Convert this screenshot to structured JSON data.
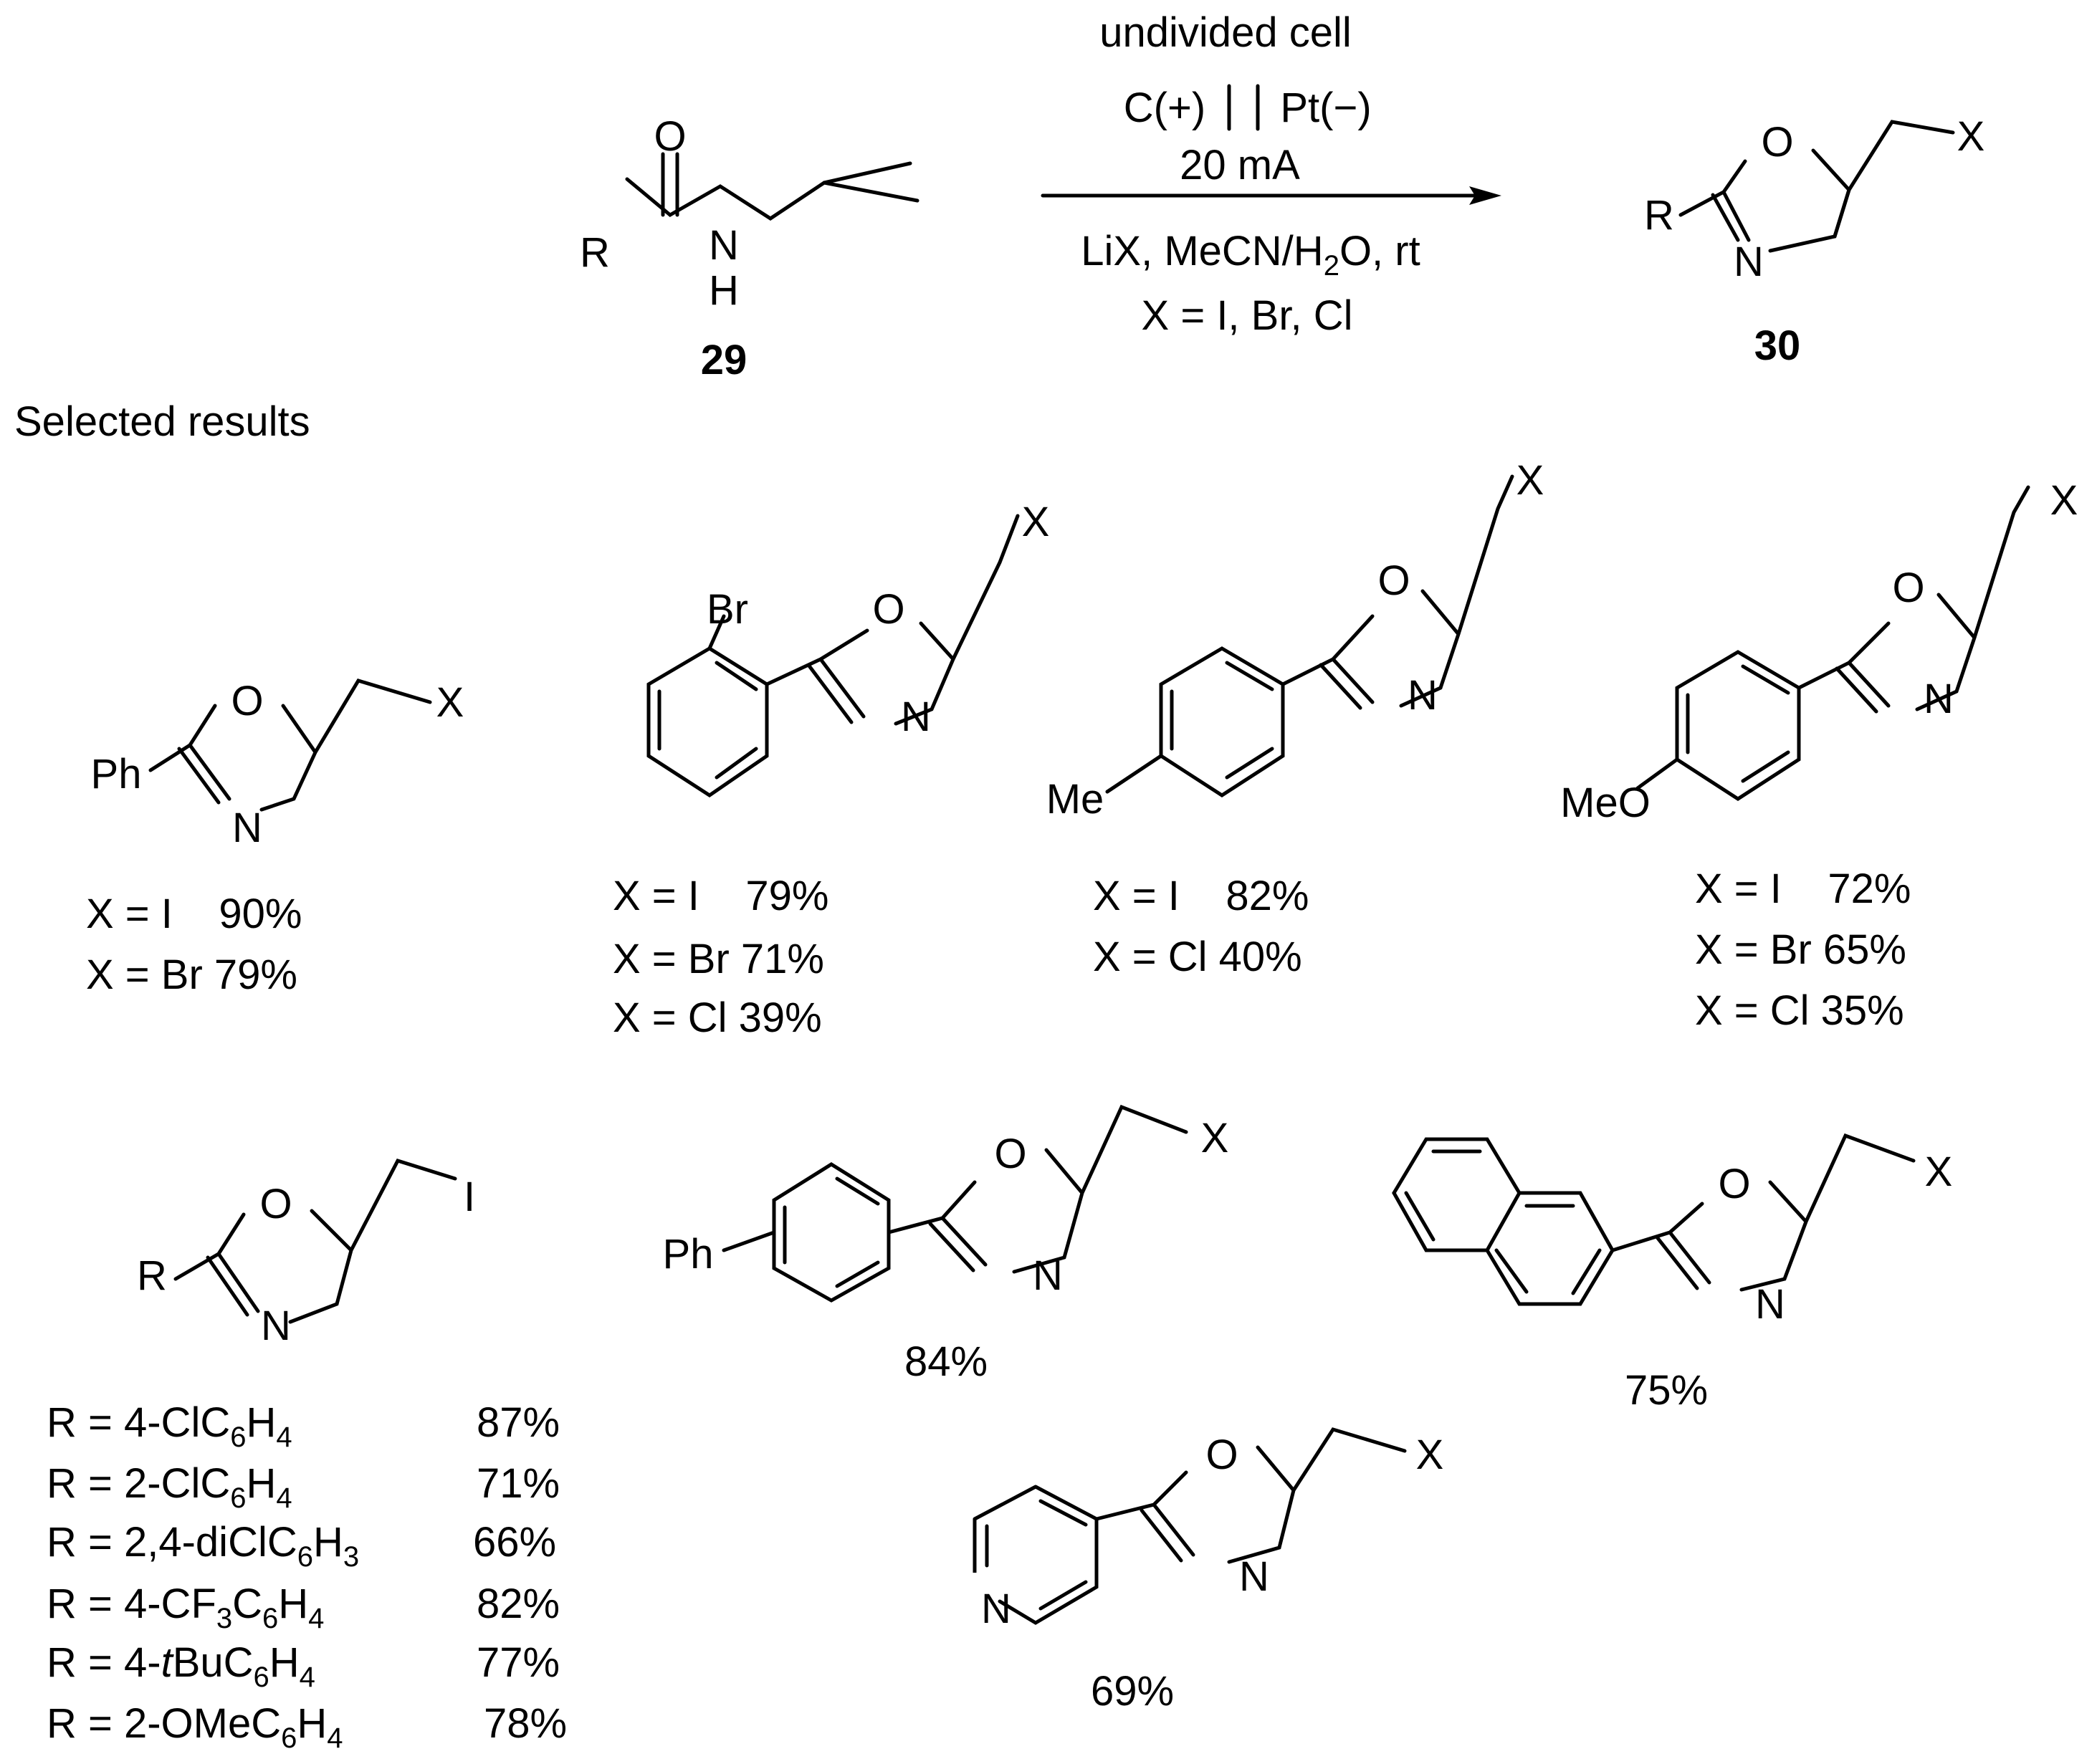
{
  "reaction": {
    "conditions_above": [
      "undivided cell",
      "C(+)",
      "Pt(−)",
      "20 mA"
    ],
    "conditions_below": {
      "reagents": "LiX, MeCN/H",
      "reagents_sub": "2",
      "reagents_end": "O, rt",
      "halides": "X = I, Br, Cl"
    },
    "starting_material": {
      "label": "29",
      "atoms": {
        "o": "O",
        "r": "R",
        "n": "N",
        "h": "H"
      }
    },
    "product": {
      "label": "30",
      "atoms": {
        "o": "O",
        "x": "X",
        "r": "R",
        "n": "N"
      }
    }
  },
  "section_title": "Selected results",
  "compounds": [
    {
      "substituent": "Ph",
      "extra": "",
      "x_label": "X",
      "yields": [
        "X = I    90%",
        "X = Br 79%"
      ]
    },
    {
      "substituent": "",
      "extra": "Br",
      "x_label": "X",
      "yields": [
        "X = I    79%",
        "X = Br 71%",
        "X = Cl 39%"
      ]
    },
    {
      "substituent": "Me",
      "extra": "",
      "x_label": "X",
      "yields": [
        "X = I    82%",
        "X = Cl 40%"
      ]
    },
    {
      "substituent": "MeO",
      "extra": "",
      "x_label": "X",
      "yields": [
        "X = I    72%",
        "X = Br 65%",
        "X = Cl 35%"
      ]
    },
    {
      "substituent": "R",
      "extra": "",
      "x_label": "I",
      "yields": []
    },
    {
      "substituent": "Ph",
      "extra": "",
      "x_label": "X",
      "yields": [
        "84%"
      ]
    },
    {
      "substituent": "",
      "extra": "",
      "x_label": "X",
      "yields": [
        "75%"
      ]
    },
    {
      "substituent": "",
      "extra": "N",
      "x_label": "X",
      "yields": [
        "69%"
      ]
    }
  ],
  "atoms": {
    "o": "O",
    "n": "N"
  },
  "r_table": [
    {
      "pre": "R = 4-ClC",
      "s1": "6",
      "mid": "H",
      "s2": "4",
      "post": "",
      "yield": "87%"
    },
    {
      "pre": "R = 2-ClC",
      "s1": "6",
      "mid": "H",
      "s2": "4",
      "post": "",
      "yield": "71%"
    },
    {
      "pre": "R = 2,4-diClC",
      "s1": "6",
      "mid": "H",
      "s2": "3",
      "post": "",
      "yield": "66%"
    },
    {
      "pre": "R = 4-CF",
      "s1": "3",
      "mid": "C",
      "s2": "6",
      "post": "H",
      "s3": "4",
      "yield": "82%"
    },
    {
      "pre": "R = 4-",
      "italic": "t",
      "pre2": "BuC",
      "s1": "6",
      "mid": "H",
      "s2": "4",
      "post": "",
      "yield": "77%"
    },
    {
      "pre": "R = 2-OMeC",
      "s1": "6",
      "mid": "H",
      "s2": "4",
      "post": "",
      "yield": "78%"
    }
  ]
}
